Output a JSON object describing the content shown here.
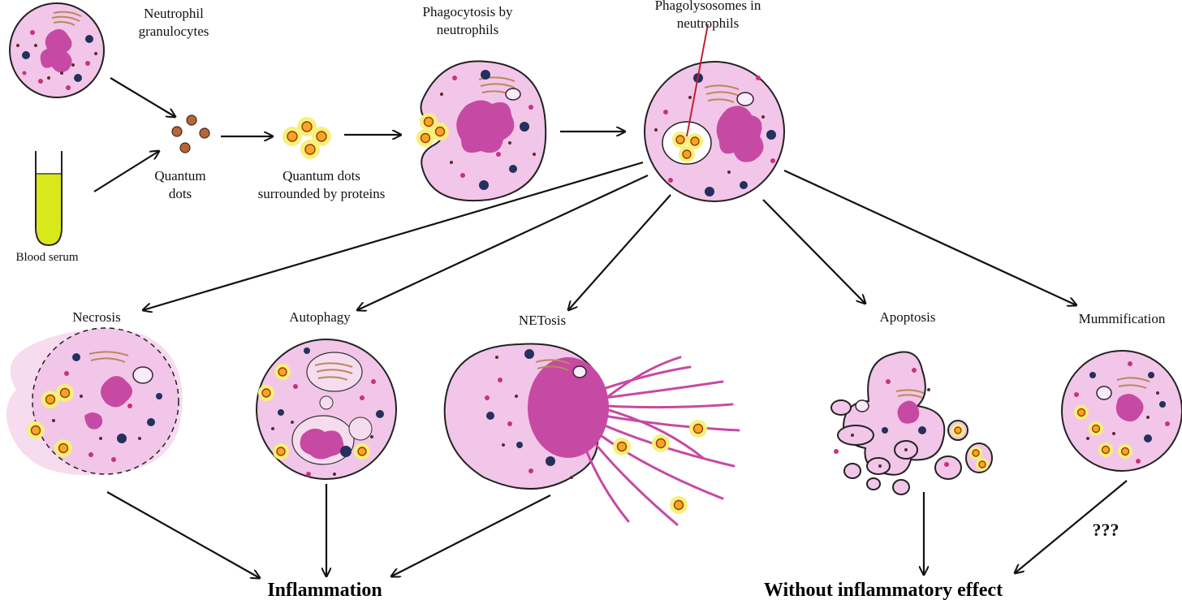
{
  "labels": {
    "neutrophil_line1": "Neutrophil",
    "neutrophil_line2": "granulocytes",
    "blood_serum": "Blood serum",
    "qd_line1": "Quantum",
    "qd_line2": "dots",
    "qdp_line1": "Quantum dots",
    "qdp_line2": "surrounded by proteins",
    "phago_line1": "Phagocytosis by",
    "phago_line2": "neutrophils",
    "phagolyso_line1": "Phagolysosomes in",
    "phagolyso_line2": "neutrophils",
    "necrosis": "Necrosis",
    "autophagy": "Autophagy",
    "netosis": "NETosis",
    "apoptosis": "Apoptosis",
    "mummification": "Mummification",
    "unknown": "???",
    "inflammation": "Inflammation",
    "no_inflammation": "Without inflammatory effect"
  },
  "colors": {
    "cytoplasm": "#f2c6e8",
    "nucleus": "#c64aa3",
    "granule_pink": "#c7327f",
    "granule_navy": "#24305e",
    "serum": "#d9e81a",
    "quantum_dot_halo": "#f7f07a",
    "quantum_dot_core": "#f6a623"
  }
}
